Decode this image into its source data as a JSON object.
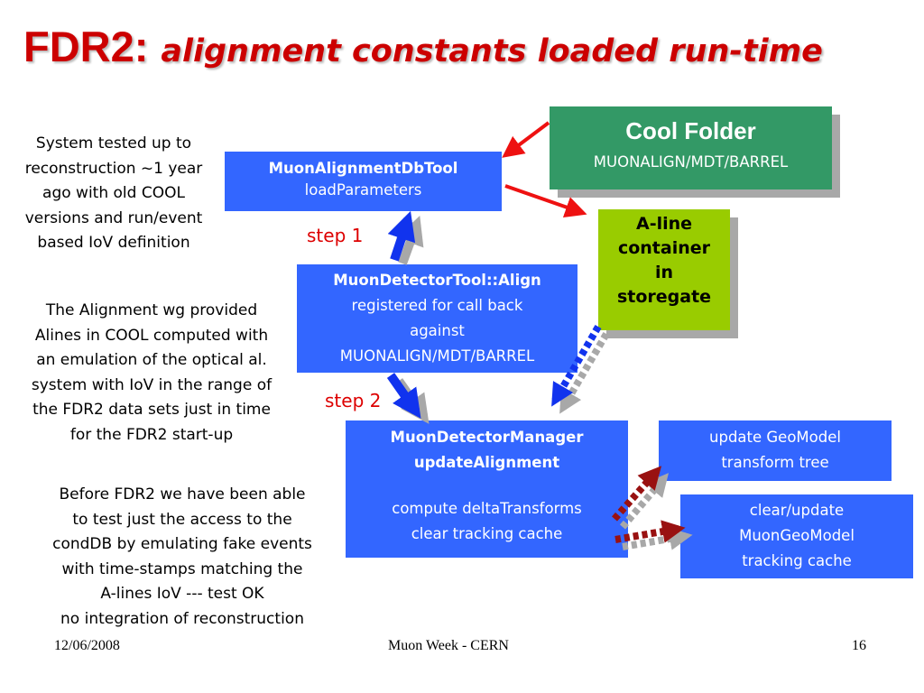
{
  "slide": {
    "title_main": "FDR2:",
    "title_sub": "alignment constants loaded run-time",
    "notes": {
      "note1": [
        "System tested up to",
        "reconstruction ~1 year",
        "ago with old COOL",
        "versions and run/event",
        "based IoV definition"
      ],
      "note2": [
        "The Alignment wg provided",
        "Alines in COOL computed with",
        "an emulation of the optical al.",
        "system with IoV in the range of",
        "the FDR2 data sets just in time",
        "for the FDR2 start-up"
      ],
      "note3": [
        "Before FDR2 we have been able",
        "to test just the access to the",
        "condDB by emulating fake events",
        "with time-stamps matching the",
        "A-lines IoV --- test OK",
        "no integration of reconstruction"
      ]
    },
    "boxes": {
      "db_tool": {
        "name": "MuonAlignmentDbTool",
        "method": "loadParameters"
      },
      "cool_folder": {
        "title": "Cool Folder",
        "path": "MUONALIGN/MDT/BARREL"
      },
      "aline_container": [
        "A-line",
        "container",
        "in",
        "storegate"
      ],
      "detector_tool": {
        "name": "MuonDetectorTool::Align",
        "lines": [
          "registered for call back",
          "against",
          "MUONALIGN/MDT/BARREL"
        ]
      },
      "detector_manager": {
        "name": "MuonDetectorManager",
        "method": "updateAlignment",
        "lines": [
          "compute deltaTransforms",
          "clear tracking cache"
        ]
      },
      "geomodel_update": [
        "update GeoModel",
        "transform tree"
      ],
      "tracking_cache": [
        "clear/update",
        "MuonGeoModel",
        "tracking cache"
      ]
    },
    "steps": {
      "step1": "step 1",
      "step2": "step 2"
    },
    "footer": {
      "date": "12/06/2008",
      "event": "Muon Week - CERN",
      "page": "16"
    }
  },
  "colors": {
    "title": "#cc0000",
    "box_blue": "#3366ff",
    "box_green": "#339966",
    "box_lime": "#99cc00",
    "arrow_red": "#ee1111",
    "arrow_blue": "#1133ee",
    "arrow_darkred": "#991111",
    "shadow_gray": "#a8a8a8"
  }
}
